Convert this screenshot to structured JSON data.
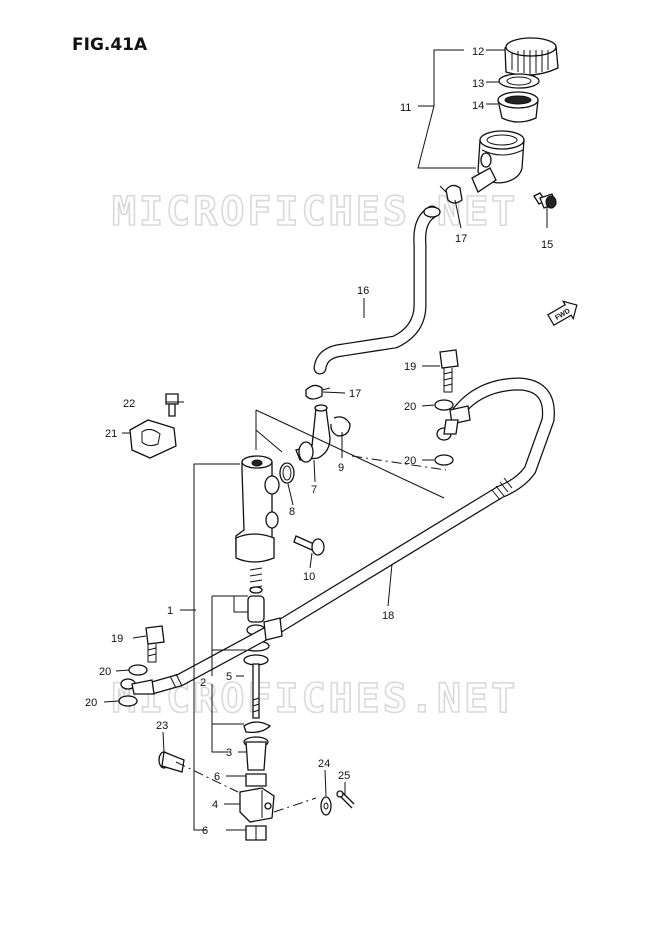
{
  "figure_title": "FIG.41A",
  "watermark": "MICROFICHES.NET",
  "fwd_label": "FWD",
  "callouts": [
    {
      "id": "c12",
      "label": "12"
    },
    {
      "id": "c13",
      "label": "13"
    },
    {
      "id": "c14",
      "label": "14"
    },
    {
      "id": "c11",
      "label": "11"
    },
    {
      "id": "c17a",
      "label": "17"
    },
    {
      "id": "c15",
      "label": "15"
    },
    {
      "id": "c16",
      "label": "16"
    },
    {
      "id": "c17b",
      "label": "17"
    },
    {
      "id": "c19a",
      "label": "19"
    },
    {
      "id": "c22",
      "label": "22"
    },
    {
      "id": "c20a",
      "label": "20"
    },
    {
      "id": "c21",
      "label": "21"
    },
    {
      "id": "c9",
      "label": "9"
    },
    {
      "id": "c7",
      "label": "7"
    },
    {
      "id": "c20b",
      "label": "20"
    },
    {
      "id": "c8",
      "label": "8"
    },
    {
      "id": "c10",
      "label": "10"
    },
    {
      "id": "c18",
      "label": "18"
    },
    {
      "id": "c1",
      "label": "1"
    },
    {
      "id": "c19b",
      "label": "19"
    },
    {
      "id": "c20c",
      "label": "20"
    },
    {
      "id": "c2",
      "label": "2"
    },
    {
      "id": "c5",
      "label": "5"
    },
    {
      "id": "c20d",
      "label": "20"
    },
    {
      "id": "c23",
      "label": "23"
    },
    {
      "id": "c3",
      "label": "3"
    },
    {
      "id": "c24",
      "label": "24"
    },
    {
      "id": "c25",
      "label": "25"
    },
    {
      "id": "c6a",
      "label": "6"
    },
    {
      "id": "c4",
      "label": "4"
    },
    {
      "id": "c6b",
      "label": "6"
    }
  ]
}
